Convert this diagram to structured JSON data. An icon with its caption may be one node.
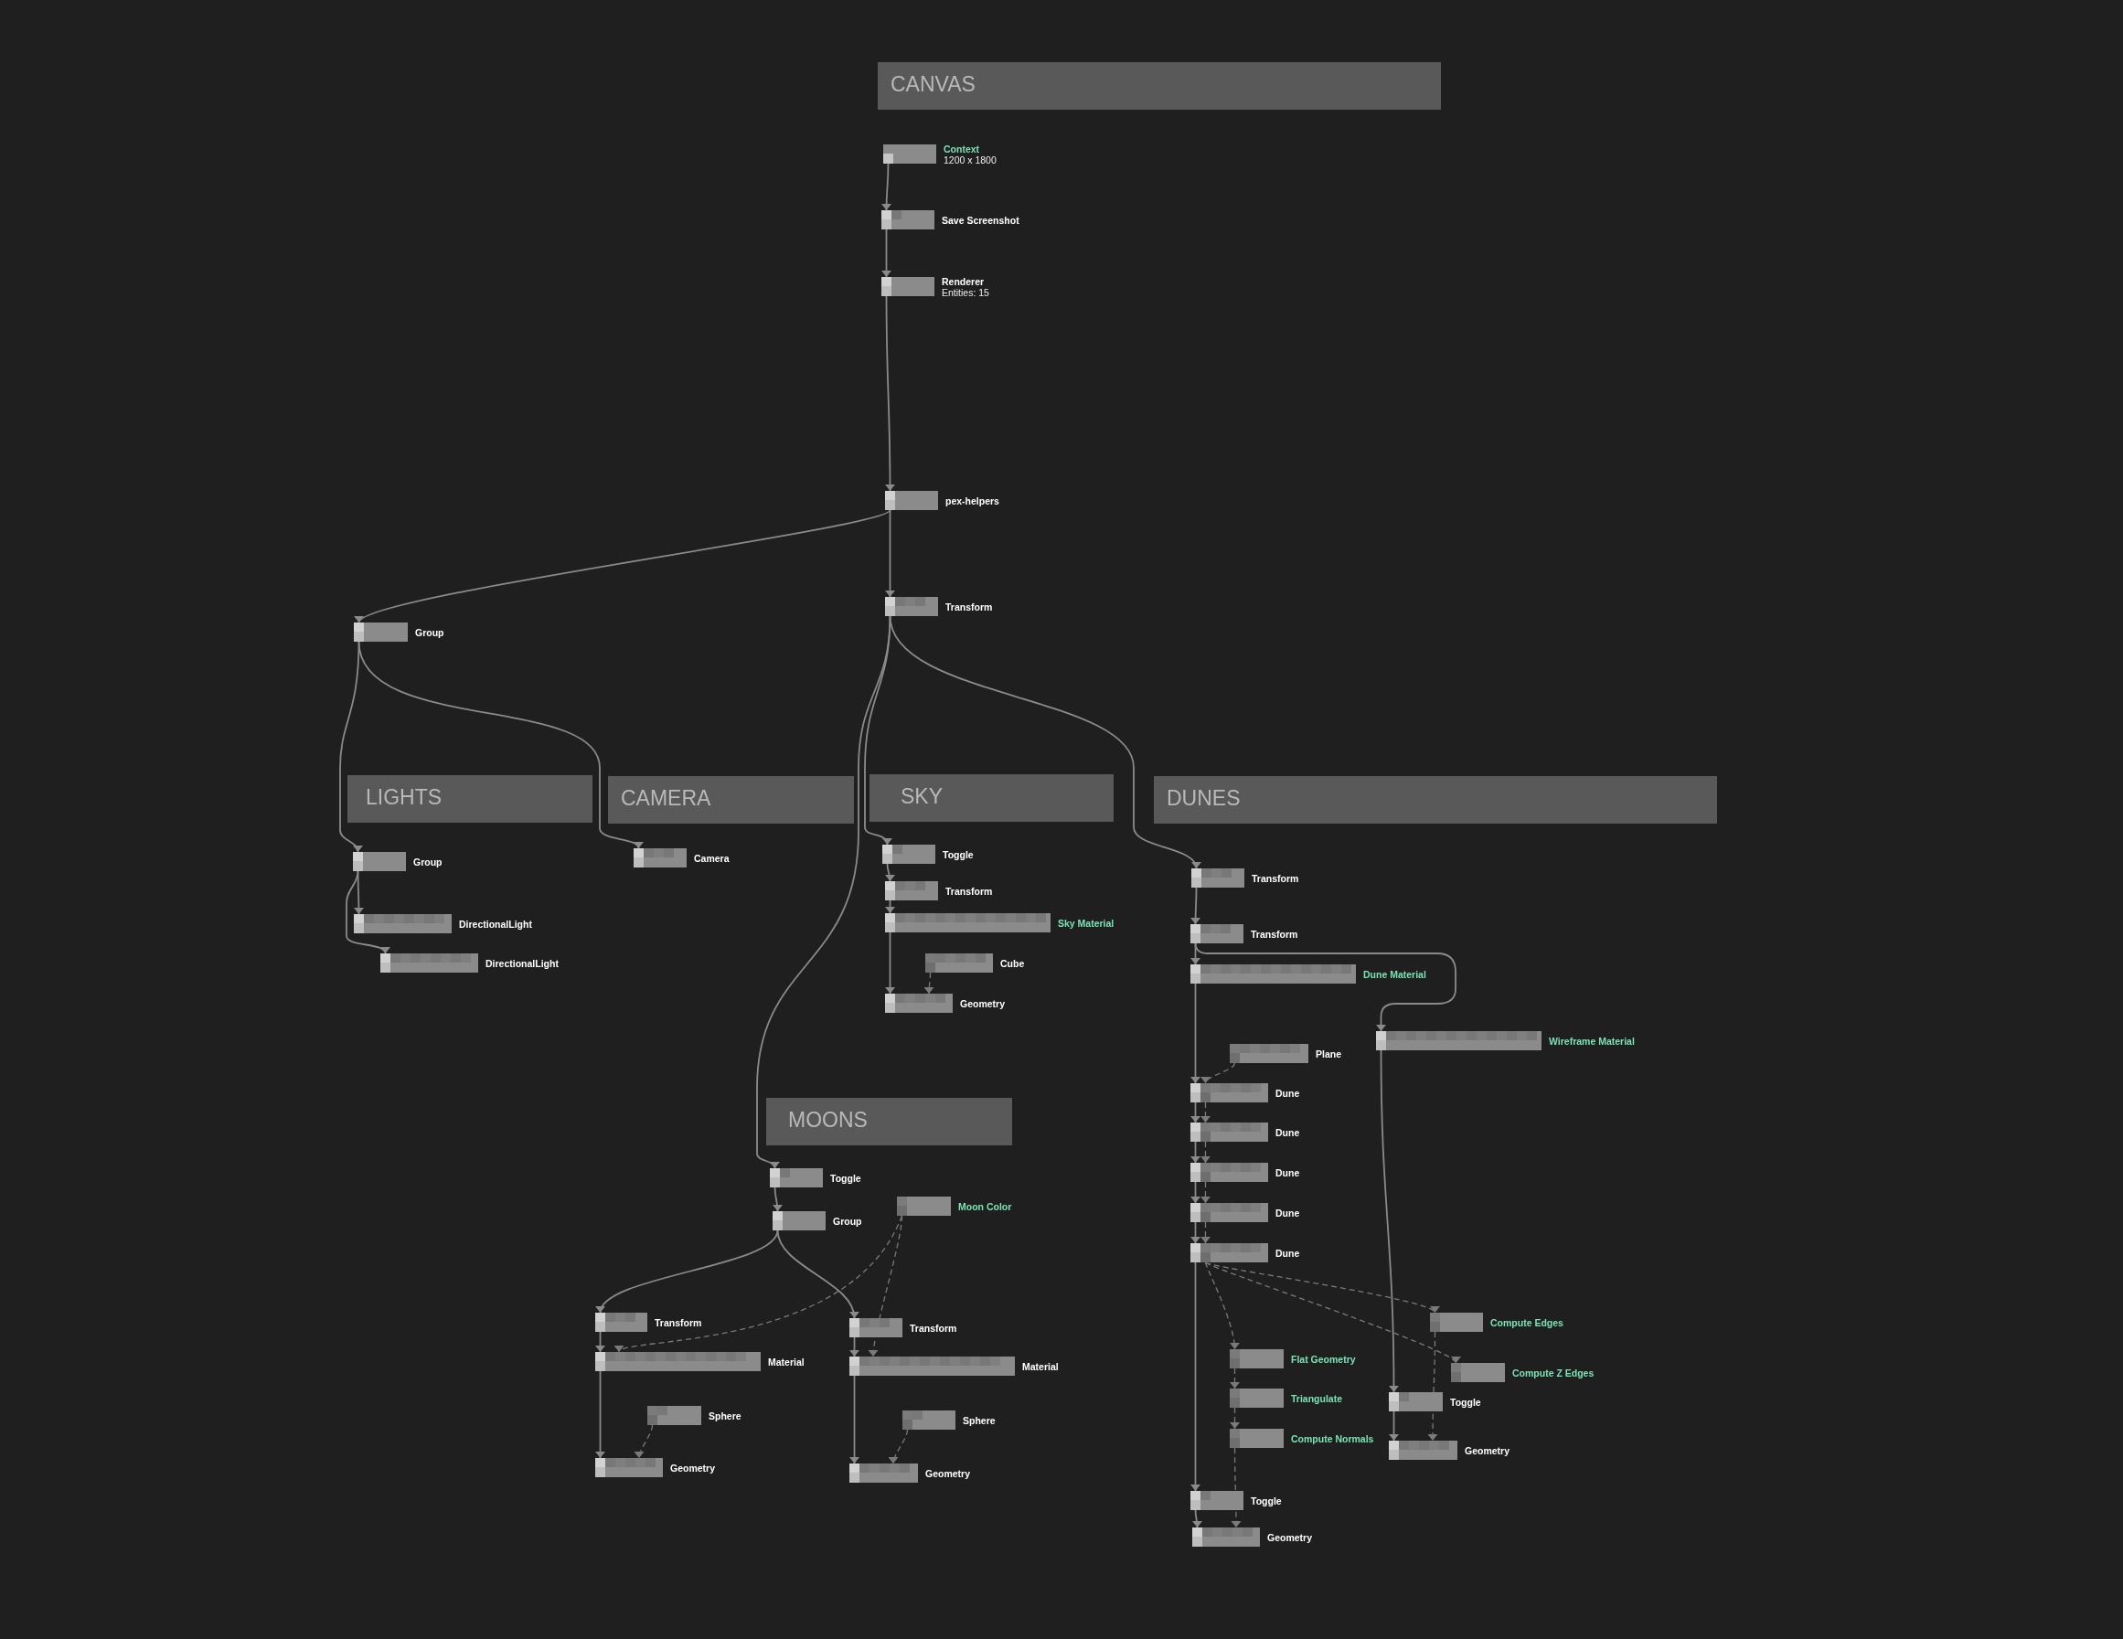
{
  "diagram": {
    "nodes": [
      {
        "text": [
          "CANVAS"
        ]
      },
      {
        "text": [
          "Context",
          "1200 x 1800"
        ]
      },
      {
        "text": [
          "Save Screenshot"
        ]
      },
      {
        "text": [
          "Renderer",
          "Entities: 15"
        ]
      },
      {
        "text": [
          "pex-helpers"
        ]
      },
      {
        "text": [
          "Transform"
        ]
      },
      {
        "text": [
          "Group"
        ]
      },
      {
        "text": [
          "LIGHTS"
        ]
      },
      {
        "text": [
          "Group"
        ]
      },
      {
        "text": [
          "DirectionalLight"
        ]
      },
      {
        "text": [
          "DirectionalLight"
        ]
      },
      {
        "text": [
          "CAMERA"
        ]
      },
      {
        "text": [
          "Camera"
        ]
      },
      {
        "text": [
          "SKY"
        ]
      },
      {
        "text": [
          "Toggle"
        ]
      },
      {
        "text": [
          "Transform"
        ]
      },
      {
        "text": [
          "Sky Material"
        ]
      },
      {
        "text": [
          "Cube"
        ]
      },
      {
        "text": [
          "Geometry"
        ]
      },
      {
        "text": [
          "DUNES"
        ]
      },
      {
        "text": [
          "Transform"
        ]
      },
      {
        "text": [
          "Transform"
        ]
      },
      {
        "text": [
          "Dune Material"
        ]
      },
      {
        "text": [
          "Wireframe Material"
        ]
      },
      {
        "text": [
          "Plane"
        ]
      },
      {
        "text": [
          "Dune"
        ]
      },
      {
        "text": [
          "Dune"
        ]
      },
      {
        "text": [
          "Dune"
        ]
      },
      {
        "text": [
          "Dune"
        ]
      },
      {
        "text": [
          "Dune"
        ]
      },
      {
        "text": [
          "Compute Edges"
        ]
      },
      {
        "text": [
          "Flat Geometry"
        ]
      },
      {
        "text": [
          "Compute Z Edges"
        ]
      },
      {
        "text": [
          "Triangulate"
        ]
      },
      {
        "text": [
          "Toggle"
        ]
      },
      {
        "text": [
          "Compute Normals"
        ]
      },
      {
        "text": [
          "Geometry"
        ]
      },
      {
        "text": [
          "Toggle"
        ]
      },
      {
        "text": [
          "Geometry"
        ]
      },
      {
        "text": [
          "MOONS"
        ]
      },
      {
        "text": [
          "Toggle"
        ]
      },
      {
        "text": [
          "Group"
        ]
      },
      {
        "text": [
          "Moon Color"
        ]
      },
      {
        "text": [
          "Transform"
        ]
      },
      {
        "text": [
          "Material"
        ]
      },
      {
        "text": [
          "Sphere"
        ]
      },
      {
        "text": [
          "Geometry"
        ]
      },
      {
        "text": [
          "Transform"
        ]
      },
      {
        "text": [
          "Material"
        ]
      },
      {
        "text": [
          "Sphere"
        ]
      },
      {
        "text": [
          "Geometry"
        ]
      }
    ],
    "edges": [
      {
        "from": 1,
        "to": 2,
        "arrow": "to"
      },
      {
        "from": 2,
        "to": 3,
        "arrow": "to"
      },
      {
        "from": 3,
        "to": 4,
        "arrow": "to"
      },
      {
        "from": 4,
        "to": 5,
        "arrow": "to"
      },
      {
        "from": 4,
        "to": 6,
        "arrow": "to"
      },
      {
        "from": 5,
        "to": 14,
        "arrow": "to"
      },
      {
        "from": 5,
        "to": 20,
        "arrow": "to"
      },
      {
        "from": 5,
        "to": 40,
        "arrow": "to"
      },
      {
        "from": 6,
        "to": 8,
        "arrow": "to"
      },
      {
        "from": 6,
        "to": 12,
        "arrow": "to"
      },
      {
        "from": 8,
        "to": 9,
        "arrow": "to"
      },
      {
        "from": 8,
        "to": 10,
        "arrow": "to"
      },
      {
        "from": 14,
        "to": 15,
        "arrow": "to"
      },
      {
        "from": 15,
        "to": 16,
        "arrow": "to"
      },
      {
        "from": 16,
        "to": 18,
        "arrow": "to"
      },
      {
        "from": 17,
        "to": 18,
        "arrow": "to",
        "style": "dashed"
      },
      {
        "from": 20,
        "to": 21,
        "arrow": "to"
      },
      {
        "from": 21,
        "to": 22,
        "arrow": "to"
      },
      {
        "from": 21,
        "to": 23,
        "arrow": "to"
      },
      {
        "from": 22,
        "to": 25,
        "arrow": "to"
      },
      {
        "from": 25,
        "to": 26,
        "arrow": "to"
      },
      {
        "from": 26,
        "to": 27,
        "arrow": "to"
      },
      {
        "from": 27,
        "to": 28,
        "arrow": "to"
      },
      {
        "from": 28,
        "to": 29,
        "arrow": "to"
      },
      {
        "from": 29,
        "to": 37,
        "arrow": "to"
      },
      {
        "from": 37,
        "to": 38,
        "arrow": "to"
      },
      {
        "from": 24,
        "to": 25,
        "arrow": "to",
        "style": "dashed"
      },
      {
        "from": 25,
        "to": 26,
        "arrow": "to",
        "style": "dashed"
      },
      {
        "from": 26,
        "to": 27,
        "arrow": "to",
        "style": "dashed"
      },
      {
        "from": 27,
        "to": 28,
        "arrow": "to",
        "style": "dashed"
      },
      {
        "from": 28,
        "to": 29,
        "arrow": "to",
        "style": "dashed"
      },
      {
        "from": 29,
        "to": 31,
        "arrow": "to",
        "style": "dashed"
      },
      {
        "from": 29,
        "to": 30,
        "arrow": "to",
        "style": "dashed"
      },
      {
        "from": 29,
        "to": 32,
        "arrow": "to",
        "style": "dashed"
      },
      {
        "from": 31,
        "to": 33,
        "arrow": "to",
        "style": "dashed"
      },
      {
        "from": 33,
        "to": 35,
        "arrow": "to",
        "style": "dashed"
      },
      {
        "from": 35,
        "to": 38,
        "arrow": "to",
        "style": "dashed"
      },
      {
        "from": 30,
        "to": 36,
        "arrow": "to",
        "style": "dashed"
      },
      {
        "from": 23,
        "to": 34,
        "arrow": "to"
      },
      {
        "from": 34,
        "to": 36,
        "arrow": "to"
      },
      {
        "from": 40,
        "to": 41,
        "arrow": "to"
      },
      {
        "from": 41,
        "to": 43,
        "arrow": "to"
      },
      {
        "from": 41,
        "to": 47,
        "arrow": "to"
      },
      {
        "from": 43,
        "to": 44,
        "arrow": "to"
      },
      {
        "from": 44,
        "to": 46,
        "arrow": "to"
      },
      {
        "from": 47,
        "to": 48,
        "arrow": "to"
      },
      {
        "from": 48,
        "to": 50,
        "arrow": "to"
      },
      {
        "from": 42,
        "to": 44,
        "arrow": "to",
        "style": "dashed"
      },
      {
        "from": 42,
        "to": 48,
        "arrow": "to",
        "style": "dashed"
      },
      {
        "from": 45,
        "to": 46,
        "arrow": "to",
        "style": "dashed"
      },
      {
        "from": 49,
        "to": 50,
        "arrow": "to",
        "style": "dashed"
      }
    ]
  }
}
